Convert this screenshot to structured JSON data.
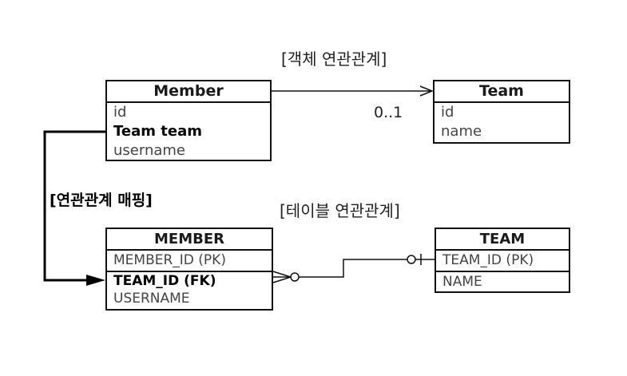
{
  "object_relation_title": "[객체 연관관계]",
  "table_relation_title": "[테이블 연관관계]",
  "mapping_label": "[연관관계 매핑]",
  "multiplicity": "0..1",
  "member_class": {
    "name": "Member",
    "fields": [
      "id",
      "Team team",
      "username"
    ]
  },
  "team_class": {
    "name": "Team",
    "fields": [
      "id",
      "name"
    ]
  },
  "member_table": {
    "name": "MEMBER",
    "columns": [
      "MEMBER_ID (PK)",
      "TEAM_ID (FK)",
      "USERNAME"
    ]
  },
  "team_table": {
    "name": "TEAM",
    "columns": [
      "TEAM_ID (PK)",
      "NAME"
    ]
  }
}
